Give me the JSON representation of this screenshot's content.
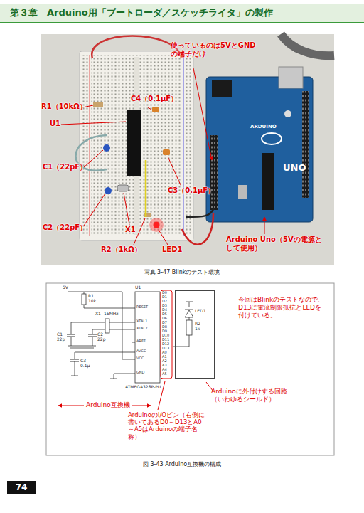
{
  "diagram": {
    "title": "第３章　Arduino用「ブートローダ／スケッチライタ」の製作",
    "caption": "図 3-43 Arduino互換機の構成",
    "nodes": [
      {
        "text": [
          "74"
        ]
      },
      {
        "text": [
          "Arduinoに外付けする回路（いわゆるシールド）"
        ]
      }
    ],
    "labels": [
      "使っているのは5VとGNDの端子だけ",
      "R1（10kΩ）",
      "U1",
      "C4（0.1μF）",
      "C1（22pF）",
      "C3（0.1μF）",
      "C2（22pF）",
      "X1",
      "R2（1kΩ）",
      "LED1",
      "Arduino Uno（5Vの電源として使用）",
      "今回はBlinkのテストなので、D13に電流制限抵抗とLEDを付けている。",
      "Arduino互換機",
      "ArduinoのI/Oピン（右側に書いてあるD0～D13とA0～A5はArduinoの端子名称）",
      "5V",
      "R1",
      "10k",
      "X1",
      "16MHz",
      "C1",
      "22p",
      "C2",
      "22p",
      "C3",
      "0.1μ",
      "U1",
      "ATMEGA328P-PU",
      "RESET",
      "XTAL1",
      "XTAL2",
      "AREF",
      "AVCC",
      "VCC",
      "GND",
      "D0",
      "D1",
      "D2",
      "D3",
      "D4",
      "D5",
      "D6",
      "D7",
      "D8",
      "D9",
      "D10",
      "D11",
      "D12",
      "D13",
      "A0",
      "A1",
      "A2",
      "A3",
      "A4",
      "A5",
      "R2",
      "1k",
      "LED1",
      "UNO",
      "ARDUINO",
      "写真 3-47 Blinkのテスト環境"
    ]
  }
}
